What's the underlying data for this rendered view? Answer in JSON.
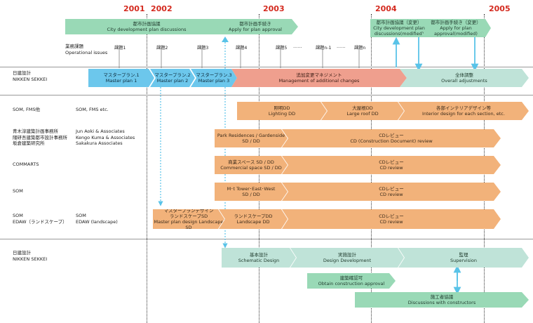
{
  "years": [
    "2001",
    "2002",
    "2003",
    "2004",
    "2005"
  ],
  "top": {
    "plan_discussions": {
      "ja": "都市計画協議",
      "en": "City development plan discussions"
    },
    "apply_approval": {
      "ja": "都市計画手続き",
      "en": "Apply for plan approval"
    },
    "discussions_modified": {
      "ja": "都市計画協議（変更）",
      "en1": "City development plan",
      "en2": "discussions(modified)"
    },
    "apply_modified": {
      "ja": "都市計画手続き（変更）",
      "en1": "Apply for plan",
      "en2": "approval(modified)"
    }
  },
  "issues_label": {
    "ja": "業務課題",
    "en": "Operational issues"
  },
  "issues": [
    "課題1",
    "課題2",
    "課題3",
    "課題4",
    "課題5",
    "……",
    "課題n-1",
    "……",
    "課題n"
  ],
  "rows": {
    "nikken_top": {
      "ja": "日建設計",
      "en": "NIKKEN SEKKEI"
    },
    "som_fms": {
      "left": "SOM, FMS他",
      "right": "SOM, FMS etc."
    },
    "japanese_firms": {
      "ja": [
        "青木淳建築計画事務所",
        "隈研吾建築都市設計事務所",
        "坂倉建築研究所"
      ],
      "en": [
        "Jun Aoki & Associates",
        "Kengo Kuma & Associates",
        "Sakakura Associates"
      ]
    },
    "commarts": "COMMARTS",
    "som": "SOM",
    "som_edaw": {
      "left1": "SOM",
      "left2": "EDAW（ランドスケープ）",
      "right1": "SOM",
      "right2": "EDAW (landscape)"
    },
    "nikken_bottom": {
      "ja": "日建設計",
      "en": "NIKKEN SEKKEI"
    }
  },
  "nikken_bars": {
    "mp1": {
      "ja": "マスタープラン.1",
      "en": "Master plan 1"
    },
    "mp2": {
      "ja": "マスタープラン.2",
      "en": "Master plan 2"
    },
    "mp3": {
      "ja": "マスタープラン.3",
      "en": "Master plan 3"
    },
    "additional": {
      "ja": "追加変更マネジメント",
      "en": "Management of additional changes"
    },
    "overall": {
      "ja": "全体調整",
      "en": "Overall adjustments"
    }
  },
  "som_bars": {
    "lighting": {
      "ja": "照明DD",
      "en": "Lighting DD"
    },
    "roof": {
      "ja": "大屋根DD",
      "en": "Large roof DD"
    },
    "interior": {
      "ja": "各部インテリアデザイン等",
      "en": "Interior design for each section, etc."
    }
  },
  "firms_bars": {
    "left1": "Park Residences / Gardenside",
    "left2": "SD / DD",
    "right1": "CDレビュー",
    "right2": "CD (Construction Document) review"
  },
  "commarts_bars": {
    "left1": "商業スペース SD / DD",
    "left2": "Commercial space SD / DD",
    "right1": "CDレビュー",
    "right2": "CD review"
  },
  "som_row_bars": {
    "left1": "M･t Tower･East･West",
    "left2": "SD / DD",
    "right1": "CDレビュー",
    "right2": "CD review"
  },
  "edaw_bars": {
    "mp_design": {
      "ja1": "マスタープランデザイン",
      "ja2": "ランドスケープSD",
      "en": "Master plan design Landscape SD"
    },
    "landscape_dd": {
      "ja": "ランドスケープDD",
      "en": "Landscape DD"
    },
    "review": {
      "ja": "CDレビュー",
      "en": "CD review"
    }
  },
  "bottom_bars": {
    "schematic": {
      "ja": "基本設計",
      "en": "Schematic Design"
    },
    "dd": {
      "ja": "実施設計",
      "en": "Design Development"
    },
    "supervision": {
      "ja": "監理",
      "en": "Supervision"
    },
    "approval": {
      "ja": "建築確認可",
      "en": "Obtain construction approval"
    },
    "constructors": {
      "ja": "施工者協議",
      "en": "Discussions with constructors"
    }
  },
  "colors": {
    "orange": "#f2b27a",
    "green": "#99d9b6",
    "blue": "#6cc7ec",
    "salmon": "#ef9f8e",
    "teal": "#bfe3d8",
    "year": "#d42a1f",
    "arrow": "#59c3e8"
  }
}
